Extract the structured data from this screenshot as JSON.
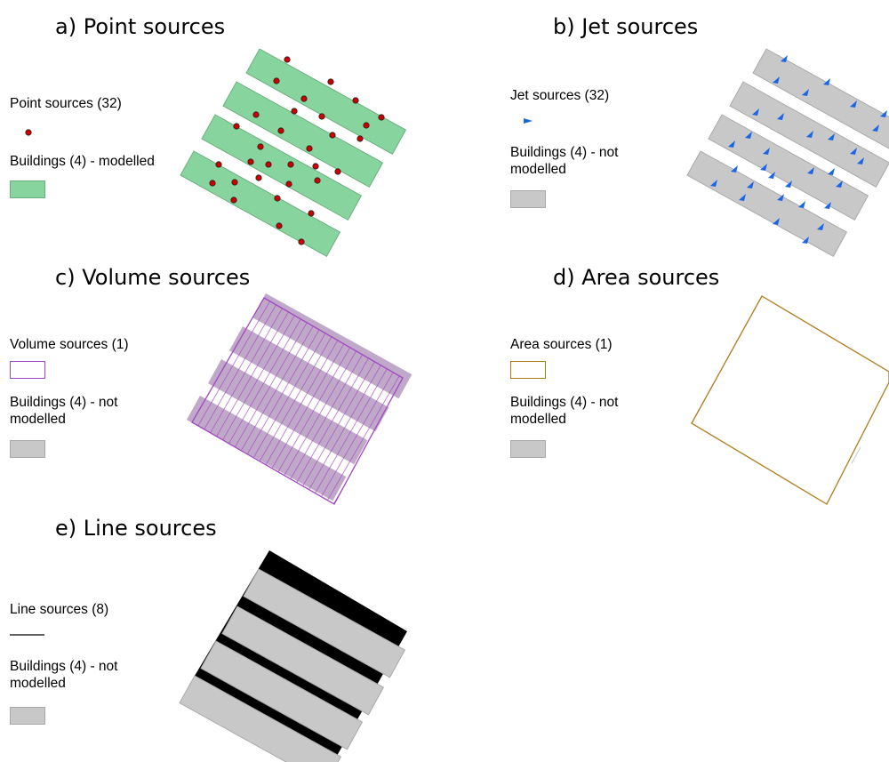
{
  "panels": {
    "a": {
      "title": "a)  Point sources",
      "legend_source": "Point sources (32)",
      "legend_buildings": "Buildings (4) - modelled"
    },
    "b": {
      "title": "b)  Jet sources",
      "legend_source": "Jet sources (32)",
      "legend_buildings": "Buildings (4) - not modelled"
    },
    "c": {
      "title": "c)  Volume sources",
      "legend_source": "Volume sources (1)",
      "legend_buildings": "Buildings (4) - not modelled"
    },
    "d": {
      "title": "d)  Area sources",
      "legend_source": "Area sources (1)",
      "legend_buildings": "Buildings (4) - not modelled"
    },
    "e": {
      "title": "e)  Line sources",
      "legend_source": "Line sources (8)",
      "legend_buildings": "Buildings (4) - not modelled"
    }
  },
  "colors": {
    "building_modelled": "#88d49e",
    "building_not_modelled": "#c8c8c8",
    "point_source": "#cc0000",
    "jet_source": "#1a64e6",
    "volume_source": "#a447c4",
    "area_source": "#b07a1a",
    "line_source": "#000000"
  }
}
